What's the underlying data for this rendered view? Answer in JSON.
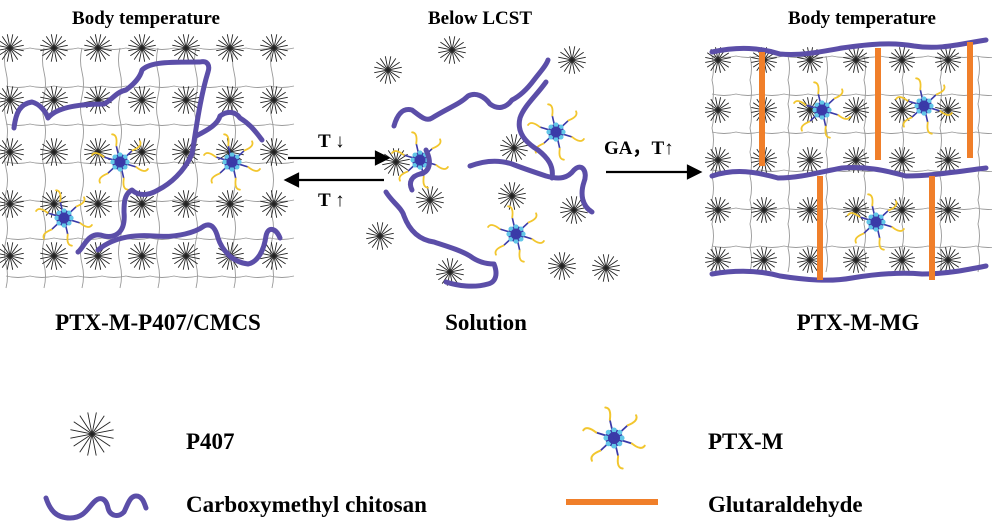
{
  "panels": {
    "left": {
      "heading": "Body temperature",
      "caption": "PTX-M-P407/CMCS"
    },
    "middle": {
      "heading": "Below LCST",
      "caption": "Solution"
    },
    "right": {
      "heading": "Body temperature",
      "caption": "PTX-M-MG"
    }
  },
  "arrows": {
    "cool": "T ↓",
    "heat": "T ↑",
    "crosslink": "GA，T↑"
  },
  "legend": {
    "p407": "P407",
    "ptx_m": "PTX-M",
    "cmcs": "Carboxymethyl chitosan",
    "ga": "Glutaraldehyde"
  },
  "colors": {
    "chitosan": "#5b4ea8",
    "glutaraldehyde": "#f07f2a",
    "micelle_core": "#3a3aa8",
    "micelle_dots": "#62c6e8",
    "micelle_tails": "#f2c62e",
    "p407": "#222222",
    "grid": "#999999"
  }
}
